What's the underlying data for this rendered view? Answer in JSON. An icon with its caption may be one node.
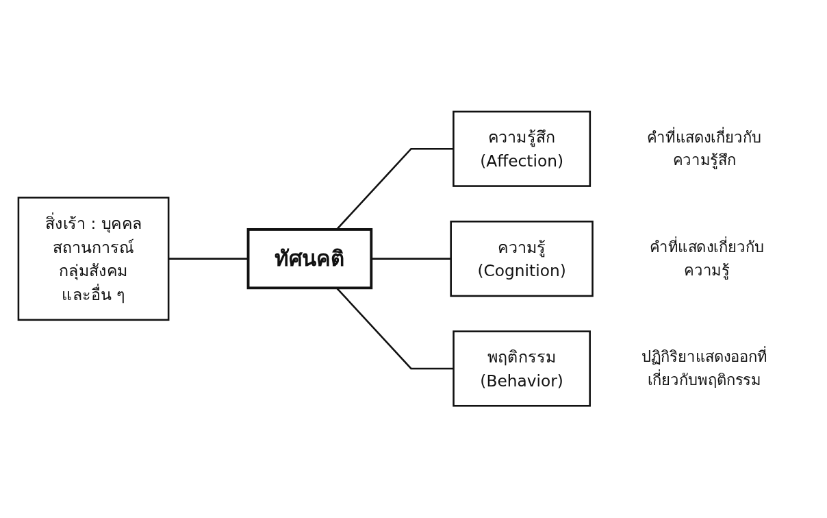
{
  "diagram": {
    "nodes": [
      {
        "text": [
          "สิ่งเร้า : บุคคล",
          "สถานการณ์",
          "กลุ่มสังคม",
          "และอื่น ๆ"
        ]
      },
      {
        "text": [
          "ทัศนคติ"
        ]
      },
      {
        "text": [
          "ความรู้สึก",
          "(Affection)"
        ],
        "beside": [
          "คำที่แสดงเกี่ยวกับความรู้สึก"
        ]
      },
      {
        "text": [
          "ความรู้",
          "(Cognition)"
        ],
        "beside": [
          "คำที่แสดงเกี่ยวกับความรู้"
        ]
      },
      {
        "text": [
          "พฤติกรรม",
          "(Behavior)"
        ],
        "beside": [
          "ปฏิกิริยาแสดงออกที่เกี่ยวกับพฤติกรรม"
        ]
      }
    ],
    "edges": [
      {
        "from": 0,
        "to": 1,
        "arrow": "none"
      },
      {
        "from": 1,
        "to": 2,
        "arrow": "none"
      },
      {
        "from": 1,
        "to": 3,
        "arrow": "none"
      },
      {
        "from": 1,
        "to": 4,
        "arrow": "none"
      }
    ]
  }
}
